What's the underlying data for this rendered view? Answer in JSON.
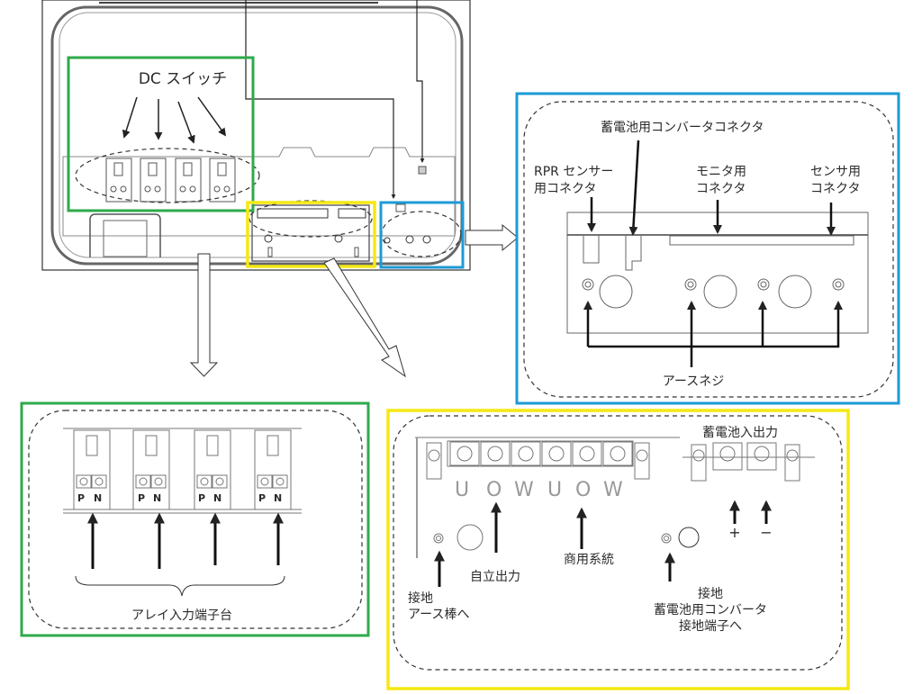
{
  "colors": {
    "green_box": "#2eaa4a",
    "yellow_box": "#f5e814",
    "blue_box": "#1e9ad6",
    "line": "#222222"
  },
  "overview": {
    "dc_switch_label": "DC スイッチ"
  },
  "panel_blue": {
    "battery_converter_connector": "蓄電池用コンバータコネクタ",
    "rpr_sensor_connector": [
      "RPR センサー",
      "用コネクタ"
    ],
    "monitor_connector": [
      "モニタ用",
      "コネクタ"
    ],
    "sensor_connector": [
      "センサ用",
      "コネクタ"
    ],
    "earth_screw": "アースネジ"
  },
  "panel_green": {
    "terminals": [
      {
        "p": "P",
        "n": "N"
      },
      {
        "p": "P",
        "n": "N"
      },
      {
        "p": "P",
        "n": "N"
      },
      {
        "p": "P",
        "n": "N"
      }
    ],
    "array_terminal_block": "アレイ入力端子台"
  },
  "panel_yellow": {
    "terminal_letters": [
      "U",
      "O",
      "W",
      "U",
      "O",
      "W"
    ],
    "battery_io": "蓄電池入出力",
    "plus": "+",
    "minus": "−",
    "independent_output": "自立出力",
    "commercial_grid": "商用系統",
    "ground_left": [
      "接地",
      "アース棒へ"
    ],
    "ground_right": [
      "接地",
      "蓄電池用コンバータ",
      "接地端子へ"
    ]
  }
}
